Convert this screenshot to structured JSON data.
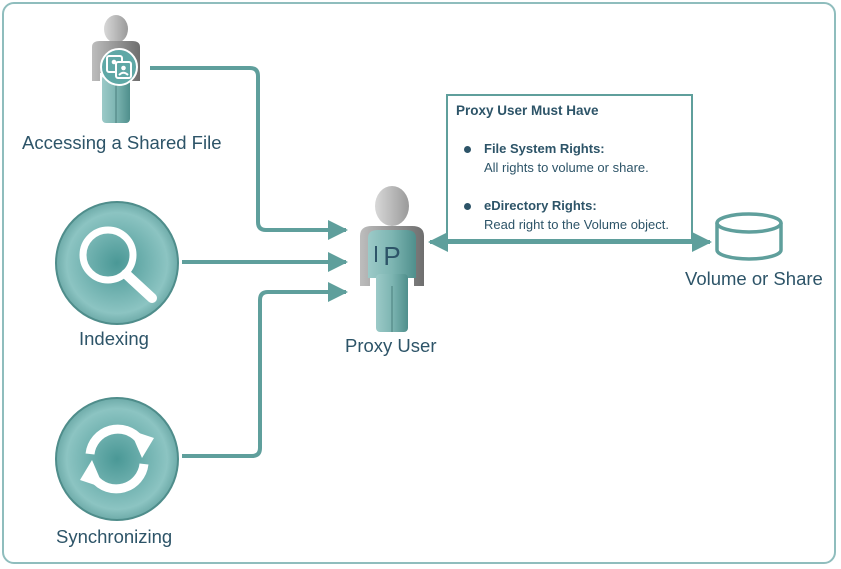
{
  "nodes": {
    "accessing": {
      "label": "Accessing a Shared File",
      "icon": "user-with-shared-file-icon"
    },
    "indexing": {
      "label": "Indexing",
      "icon": "magnifier-icon"
    },
    "synchronizing": {
      "label": "Synchronizing",
      "icon": "sync-arrows-icon"
    },
    "proxy": {
      "label": "Proxy User",
      "badge": "P",
      "icon": "proxy-user-icon"
    },
    "volume": {
      "label": "Volume or Share",
      "icon": "database-cylinder-icon"
    }
  },
  "callout": {
    "title": "Proxy User Must Have",
    "items": [
      {
        "heading": "File System Rights:",
        "detail": "All rights to volume or share."
      },
      {
        "heading": "eDirectory Rights:",
        "detail": "Read right to the Volume object."
      }
    ]
  },
  "colors": {
    "connector": "#5f9f9c",
    "text": "#2d5468",
    "frame": "#8fbdbd",
    "circle": "#5fa8a6"
  }
}
